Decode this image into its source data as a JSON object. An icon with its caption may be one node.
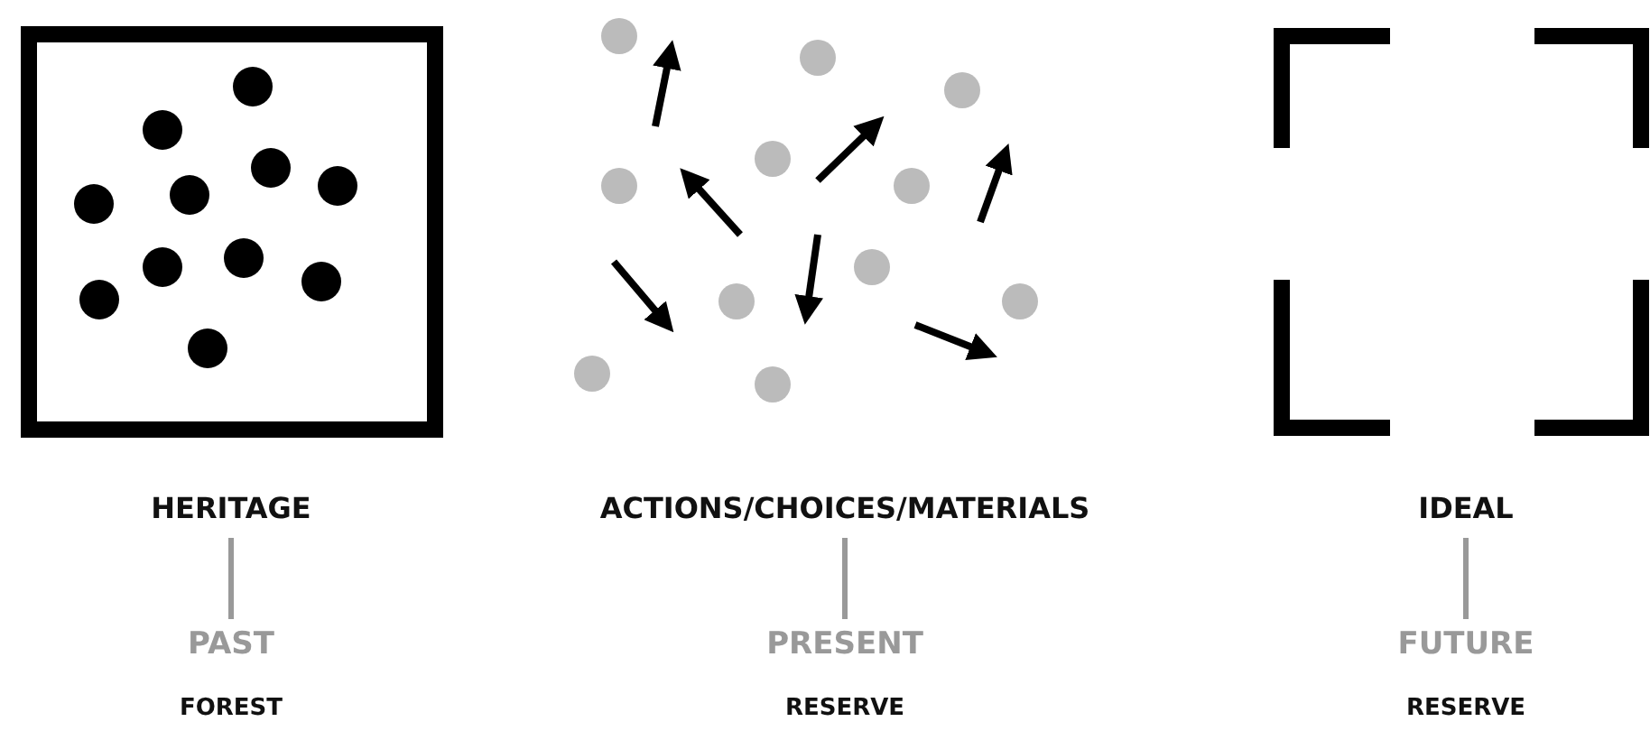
{
  "diagram": {
    "nodes": [
      {
        "text": [
          "HERITAGE"
        ]
      },
      {
        "text": [
          "PAST"
        ],
        "beside": [
          "FOREST"
        ]
      },
      {
        "text": [
          "ACTIONS/CHOICES/MATERIALS"
        ]
      },
      {
        "text": [
          "PRESENT"
        ],
        "beside": [
          "RESERVE"
        ]
      },
      {
        "text": [
          "IDEAL"
        ]
      },
      {
        "text": [
          "FUTURE"
        ],
        "beside": [
          "RESERVE"
        ]
      }
    ],
    "edges": [
      {
        "from": 0,
        "to": 1,
        "arrow": "none"
      },
      {
        "from": 2,
        "to": 3,
        "arrow": "none"
      },
      {
        "from": 4,
        "to": 5,
        "arrow": "none"
      }
    ]
  }
}
